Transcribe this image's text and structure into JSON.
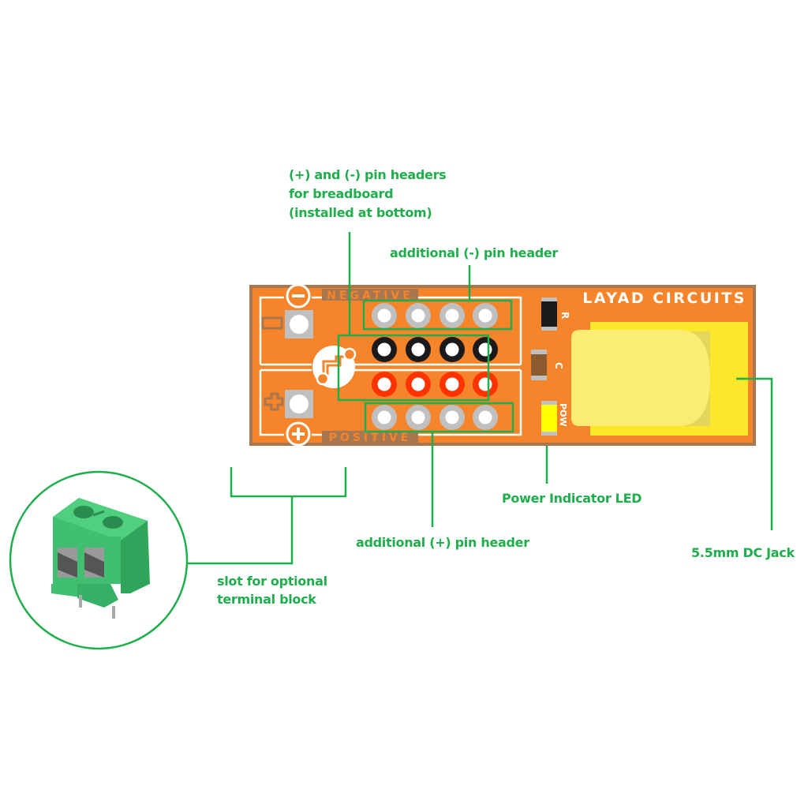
{
  "board": {
    "brand": "LAYAD CIRCUITS",
    "negative_label": "NEGATIVE",
    "positive_label": "POSITIVE",
    "resistor_label": "R",
    "capacitor_label": "C",
    "led_label": "POW",
    "colors": {
      "pcb": "#f5842a",
      "pcb_edge": "#a9774f",
      "silk": "#ffffff",
      "pad": "#c0c0c0",
      "neg_header": "#1a1a1a",
      "pos_header": "#ff3300",
      "jack_body": "#fbe82a",
      "jack_face": "#fbec74",
      "led": "#ffff00",
      "callout": "#1fae4b",
      "terminal_block": "#3fbf6f"
    }
  },
  "callouts": {
    "breadboard_headers": [
      "(+) and (-) pin headers",
      "for breadboard",
      "(installed at bottom)"
    ],
    "neg_header": "additional (-) pin header",
    "pos_header": "additional (+) pin header",
    "led": "Power Indicator LED",
    "dc_jack": "5.5mm DC Jack",
    "terminal_block": [
      "slot for optional",
      "terminal block"
    ]
  }
}
